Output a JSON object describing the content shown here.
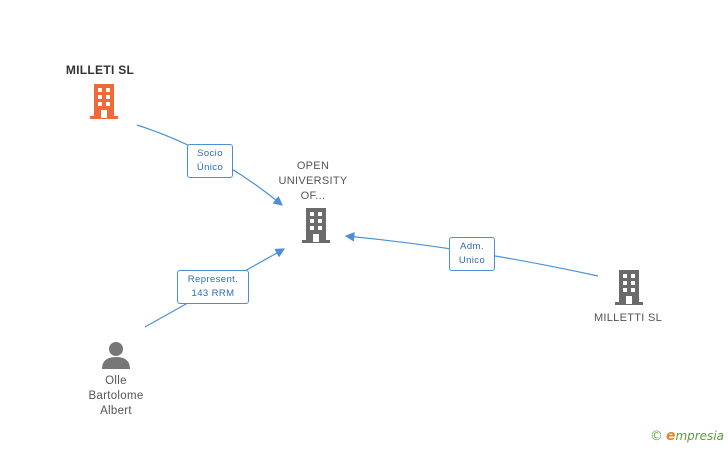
{
  "nodes": {
    "milleti_top": {
      "label": "MILLETI SL",
      "color": "#f06a37"
    },
    "center": {
      "label_lines": [
        "OPEN",
        "UNIVERSITY",
        "OF..."
      ],
      "color": "#6b6b6b"
    },
    "milletti_right": {
      "label": "MILLETTI SL",
      "color": "#6b6b6b"
    },
    "person": {
      "label_lines": [
        "Olle",
        "Bartolome",
        "Albert"
      ],
      "color": "#777777"
    }
  },
  "edges": {
    "socio": {
      "lines": [
        "Socio",
        "Único"
      ]
    },
    "adm": {
      "lines": [
        "Adm.",
        "Unico"
      ]
    },
    "represent": {
      "lines": [
        "Represent.",
        "143 RRM"
      ]
    }
  },
  "brand": {
    "copyright": "©",
    "first": "e",
    "rest": "mpresia"
  },
  "colors": {
    "edge": "#4a8fd8"
  }
}
